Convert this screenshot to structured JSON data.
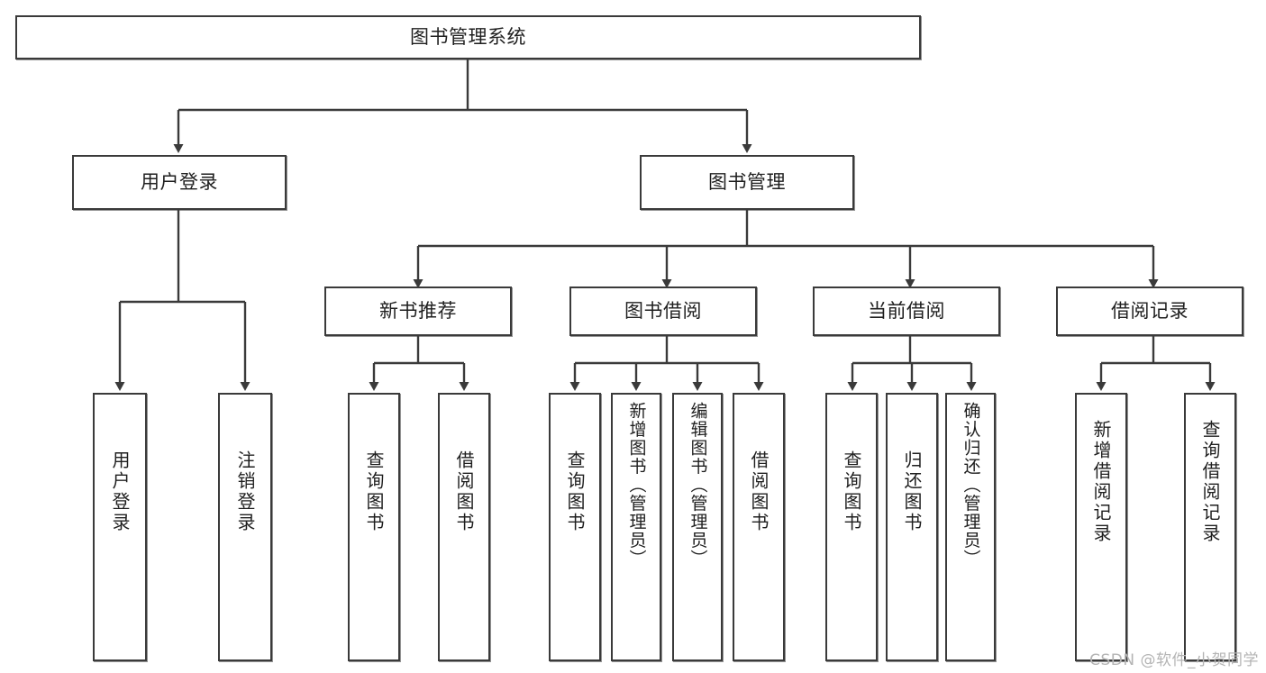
{
  "diagram": {
    "title": "图书管理系统",
    "type": "hierarchy-tree",
    "background_color": "#ffffff",
    "node_border_color": "#3a3a3a",
    "text_color": "#1f1f1f"
  },
  "watermark": {
    "text": "CSDN @软件_小贺同学",
    "color": "#b4b4b4"
  },
  "nodes": {
    "root": {
      "label": "图书管理系统",
      "level": 1
    },
    "l2": [
      {
        "id": "user-login",
        "label": "用户登录",
        "level": 2
      },
      {
        "id": "book-manage",
        "label": "图书管理",
        "level": 2
      }
    ],
    "l3": [
      {
        "id": "new-book-recommend",
        "label": "新书推荐",
        "level": 3
      },
      {
        "id": "book-borrow",
        "label": "图书借阅",
        "level": 3
      },
      {
        "id": "current-borrow",
        "label": "当前借阅",
        "level": 3
      },
      {
        "id": "borrow-record",
        "label": "借阅记录",
        "level": 3
      }
    ],
    "leaves": [
      {
        "id": "leaf-user-login",
        "label": "用户登录",
        "parent": "user-login"
      },
      {
        "id": "leaf-logout-login",
        "label": "注销登录",
        "parent": "user-login"
      },
      {
        "id": "leaf-query-book-1",
        "label": "查询图书",
        "parent": "new-book-recommend"
      },
      {
        "id": "leaf-borrow-book-1",
        "label": "借阅图书",
        "parent": "new-book-recommend"
      },
      {
        "id": "leaf-query-book-2",
        "label": "查询图书",
        "parent": "book-borrow"
      },
      {
        "id": "leaf-add-book",
        "label": "新增图书（管理员）",
        "parent": "book-borrow"
      },
      {
        "id": "leaf-edit-book",
        "label": "编辑图书（管理员）",
        "parent": "book-borrow"
      },
      {
        "id": "leaf-borrow-book-2",
        "label": "借阅图书",
        "parent": "book-borrow"
      },
      {
        "id": "leaf-query-book-3",
        "label": "查询图书",
        "parent": "current-borrow"
      },
      {
        "id": "leaf-return-book",
        "label": "归还图书",
        "parent": "current-borrow"
      },
      {
        "id": "leaf-confirm-return",
        "label": "确认归还（管理员）",
        "parent": "current-borrow"
      },
      {
        "id": "leaf-add-borrow-record",
        "label": "新增借阅记录",
        "parent": "borrow-record"
      },
      {
        "id": "leaf-query-borrow-record",
        "label": "查询借阅记录",
        "parent": "borrow-record"
      }
    ]
  }
}
